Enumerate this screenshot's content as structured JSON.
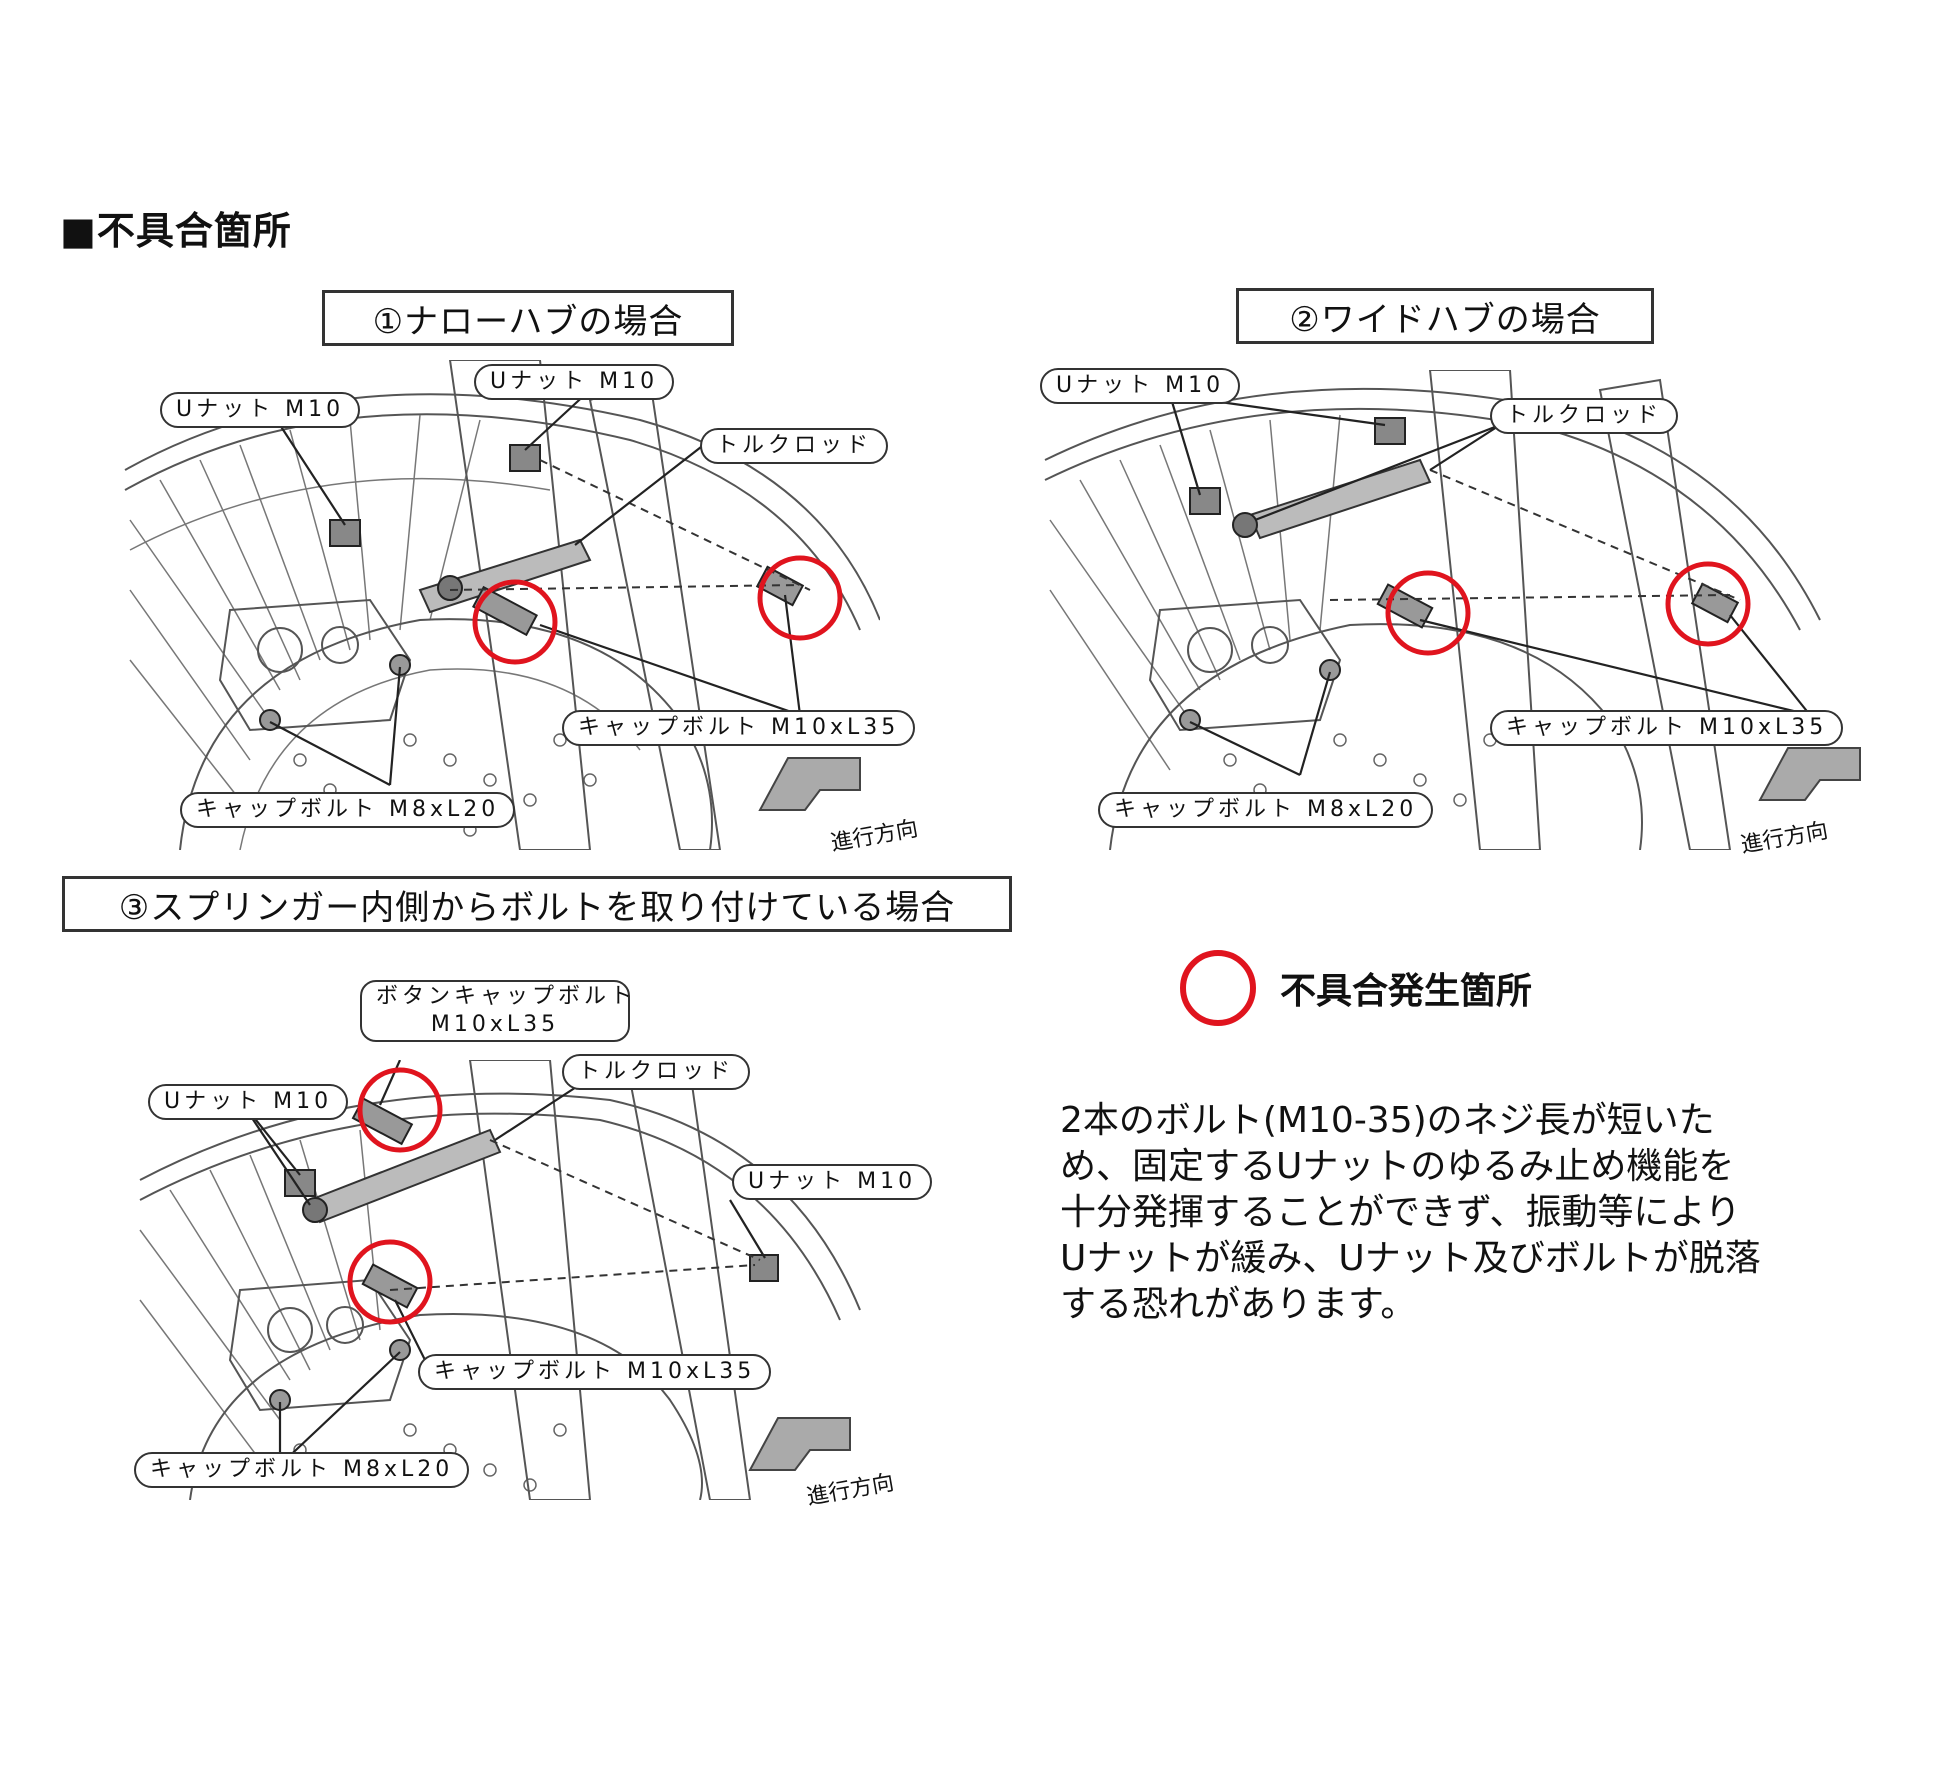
{
  "heading": "■不具合箇所",
  "cases": [
    {
      "title": "①ナローハブの場合",
      "labels": {
        "unut_a": "Uナット M10",
        "unut_b": "Uナット M10",
        "torque_rod": "トルクロッド",
        "cap_bolt_m10": "キャップボルト M10xL35",
        "cap_bolt_m8": "キャップボルト M8xL20",
        "direction": "進行方向"
      }
    },
    {
      "title": "②ワイドハブの場合",
      "labels": {
        "unut": "Uナット M10",
        "torque_rod": "トルクロッド",
        "cap_bolt_m10": "キャップボルト M10xL35",
        "cap_bolt_m8": "キャップボルト M8xL20",
        "direction": "進行方向"
      }
    },
    {
      "title": "③スプリンガー内側からボルトを取り付けている場合",
      "labels": {
        "button_bolt_line1": "ボタンキャップボルト",
        "button_bolt_line2": "M10xL35",
        "unut_a": "Uナット M10",
        "torque_rod": "トルクロッド",
        "unut_b": "Uナット M10",
        "cap_bolt_m10": "キャップボルト M10xL35",
        "cap_bolt_m8": "キャップボルト M8xL20",
        "direction": "進行方向"
      }
    }
  ],
  "legend": {
    "label": "不具合発生箇所",
    "color": "#e0141e"
  },
  "description": [
    "2本のボルト(M10-35)のネジ長が短いた",
    "め、固定するUナットのゆるみ止め機能を",
    "十分発揮することができず、振動等により",
    "Uナットが緩み、Uナット及びボルトが脱落",
    "する恐れがあります。"
  ]
}
